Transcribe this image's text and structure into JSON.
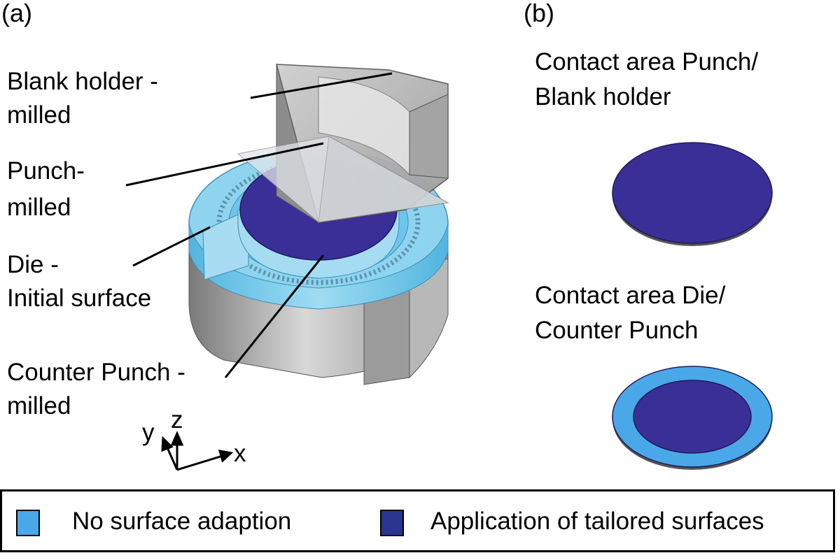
{
  "panels": {
    "a": "(a)",
    "b": "(b)"
  },
  "labels_a": {
    "blank_holder": [
      "Blank holder -",
      "milled"
    ],
    "punch": [
      "Punch-",
      "milled"
    ],
    "die": [
      "Die -",
      "Initial surface"
    ],
    "counter_punch": [
      "Counter Punch -",
      "milled"
    ]
  },
  "axes": {
    "x": "x",
    "y": "y",
    "z": "z"
  },
  "labels_b": {
    "contact_punch": [
      "Contact area Punch/",
      "Blank holder"
    ],
    "contact_die": [
      "Contact area Die/",
      "Counter Punch"
    ]
  },
  "legend": {
    "items": [
      {
        "label": "No surface adaption",
        "color": "#4aa8e8"
      },
      {
        "label": "Application of tailored surfaces",
        "color": "#2a3591"
      }
    ]
  },
  "colors": {
    "light_blue": "#6ec4ea",
    "dark_blue": "#3a2f96",
    "gray": "#9a9a9a",
    "gray_light": "#cfcfcf"
  }
}
